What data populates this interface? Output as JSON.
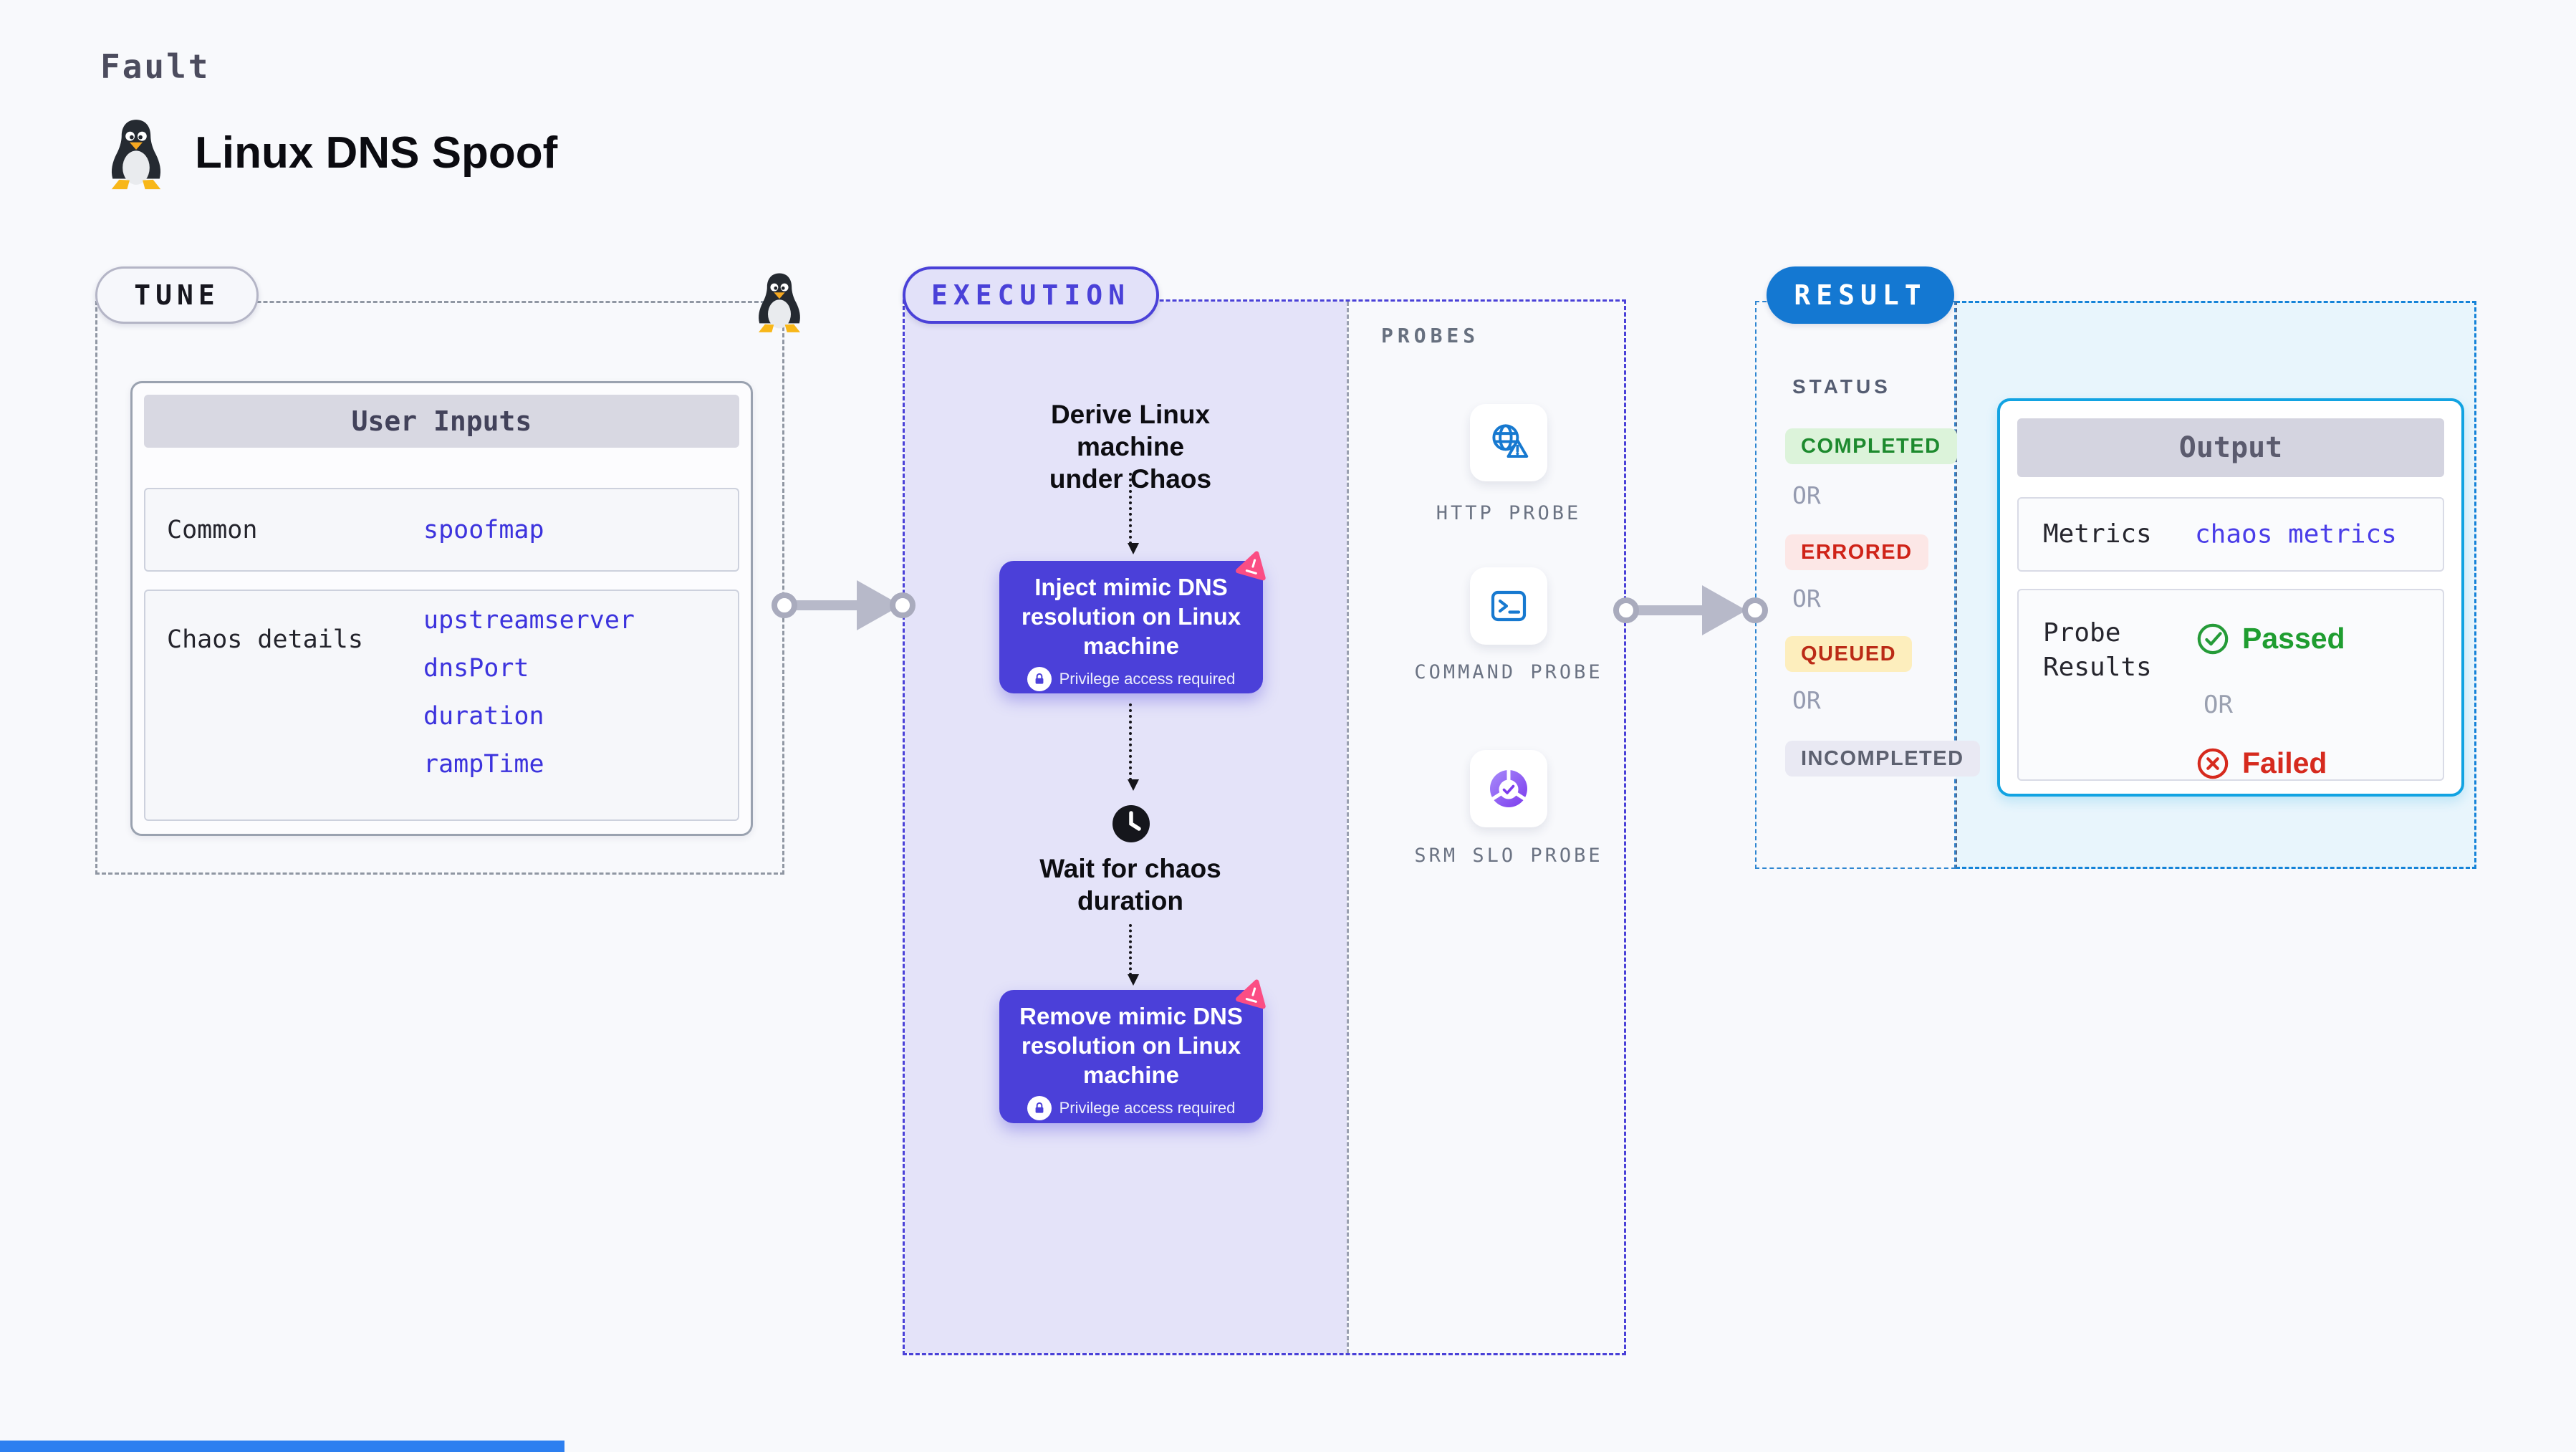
{
  "colors": {
    "indigo_step": "#4b40d9",
    "execution_border": "#4a41d8",
    "result_blue": "#1478d2",
    "output_border": "#12a3e2",
    "passed_green": "#1f9d30",
    "failed_red": "#d62a1e",
    "link_indigo": "#3c33dd",
    "probe_blue": "#1779d0",
    "srm_purple": "#7c3aed",
    "litmus_pink": "#fb4d84"
  },
  "header": {
    "kicker": "Fault",
    "title": "Linux DNS Spoof"
  },
  "tune": {
    "badge": "TUNE",
    "table": {
      "header": "User Inputs",
      "rows": [
        {
          "label": "Common",
          "values": [
            "spoofmap"
          ]
        },
        {
          "label": "Chaos details",
          "values": [
            "upstreamserver",
            "dnsPort",
            "duration",
            "rampTime"
          ]
        }
      ]
    }
  },
  "execution": {
    "badge": "EXECUTION",
    "derive": {
      "line1": "Derive Linux machine",
      "line2": "under Chaos"
    },
    "inject": {
      "line1": "Inject mimic DNS",
      "line2": "resolution on Linux",
      "line3": "machine",
      "note": "Privilege access required"
    },
    "wait": {
      "line1": "Wait for chaos",
      "line2": "duration"
    },
    "remove": {
      "line1": "Remove mimic DNS",
      "line2": "resolution on Linux",
      "line3": "machine",
      "note": "Privilege access required"
    }
  },
  "probes": {
    "label": "PROBES",
    "items": [
      {
        "name": "HTTP PROBE",
        "icon": "globe-alert-icon"
      },
      {
        "name": "COMMAND PROBE",
        "icon": "terminal-icon"
      },
      {
        "name": "SRM SLO PROBE",
        "icon": "slo-donut-icon"
      }
    ]
  },
  "result": {
    "badge": "RESULT",
    "status": {
      "label": "STATUS",
      "separator": "OR",
      "items": [
        "COMPLETED",
        "ERRORED",
        "QUEUED",
        "INCOMPLETED"
      ]
    },
    "output": {
      "header": "Output",
      "metrics_label": "Metrics",
      "metrics_value": "chaos metrics",
      "probe_results_label_line1": "Probe",
      "probe_results_label_line2": "Results",
      "passed": "Passed",
      "separator": "OR",
      "failed": "Failed"
    }
  }
}
